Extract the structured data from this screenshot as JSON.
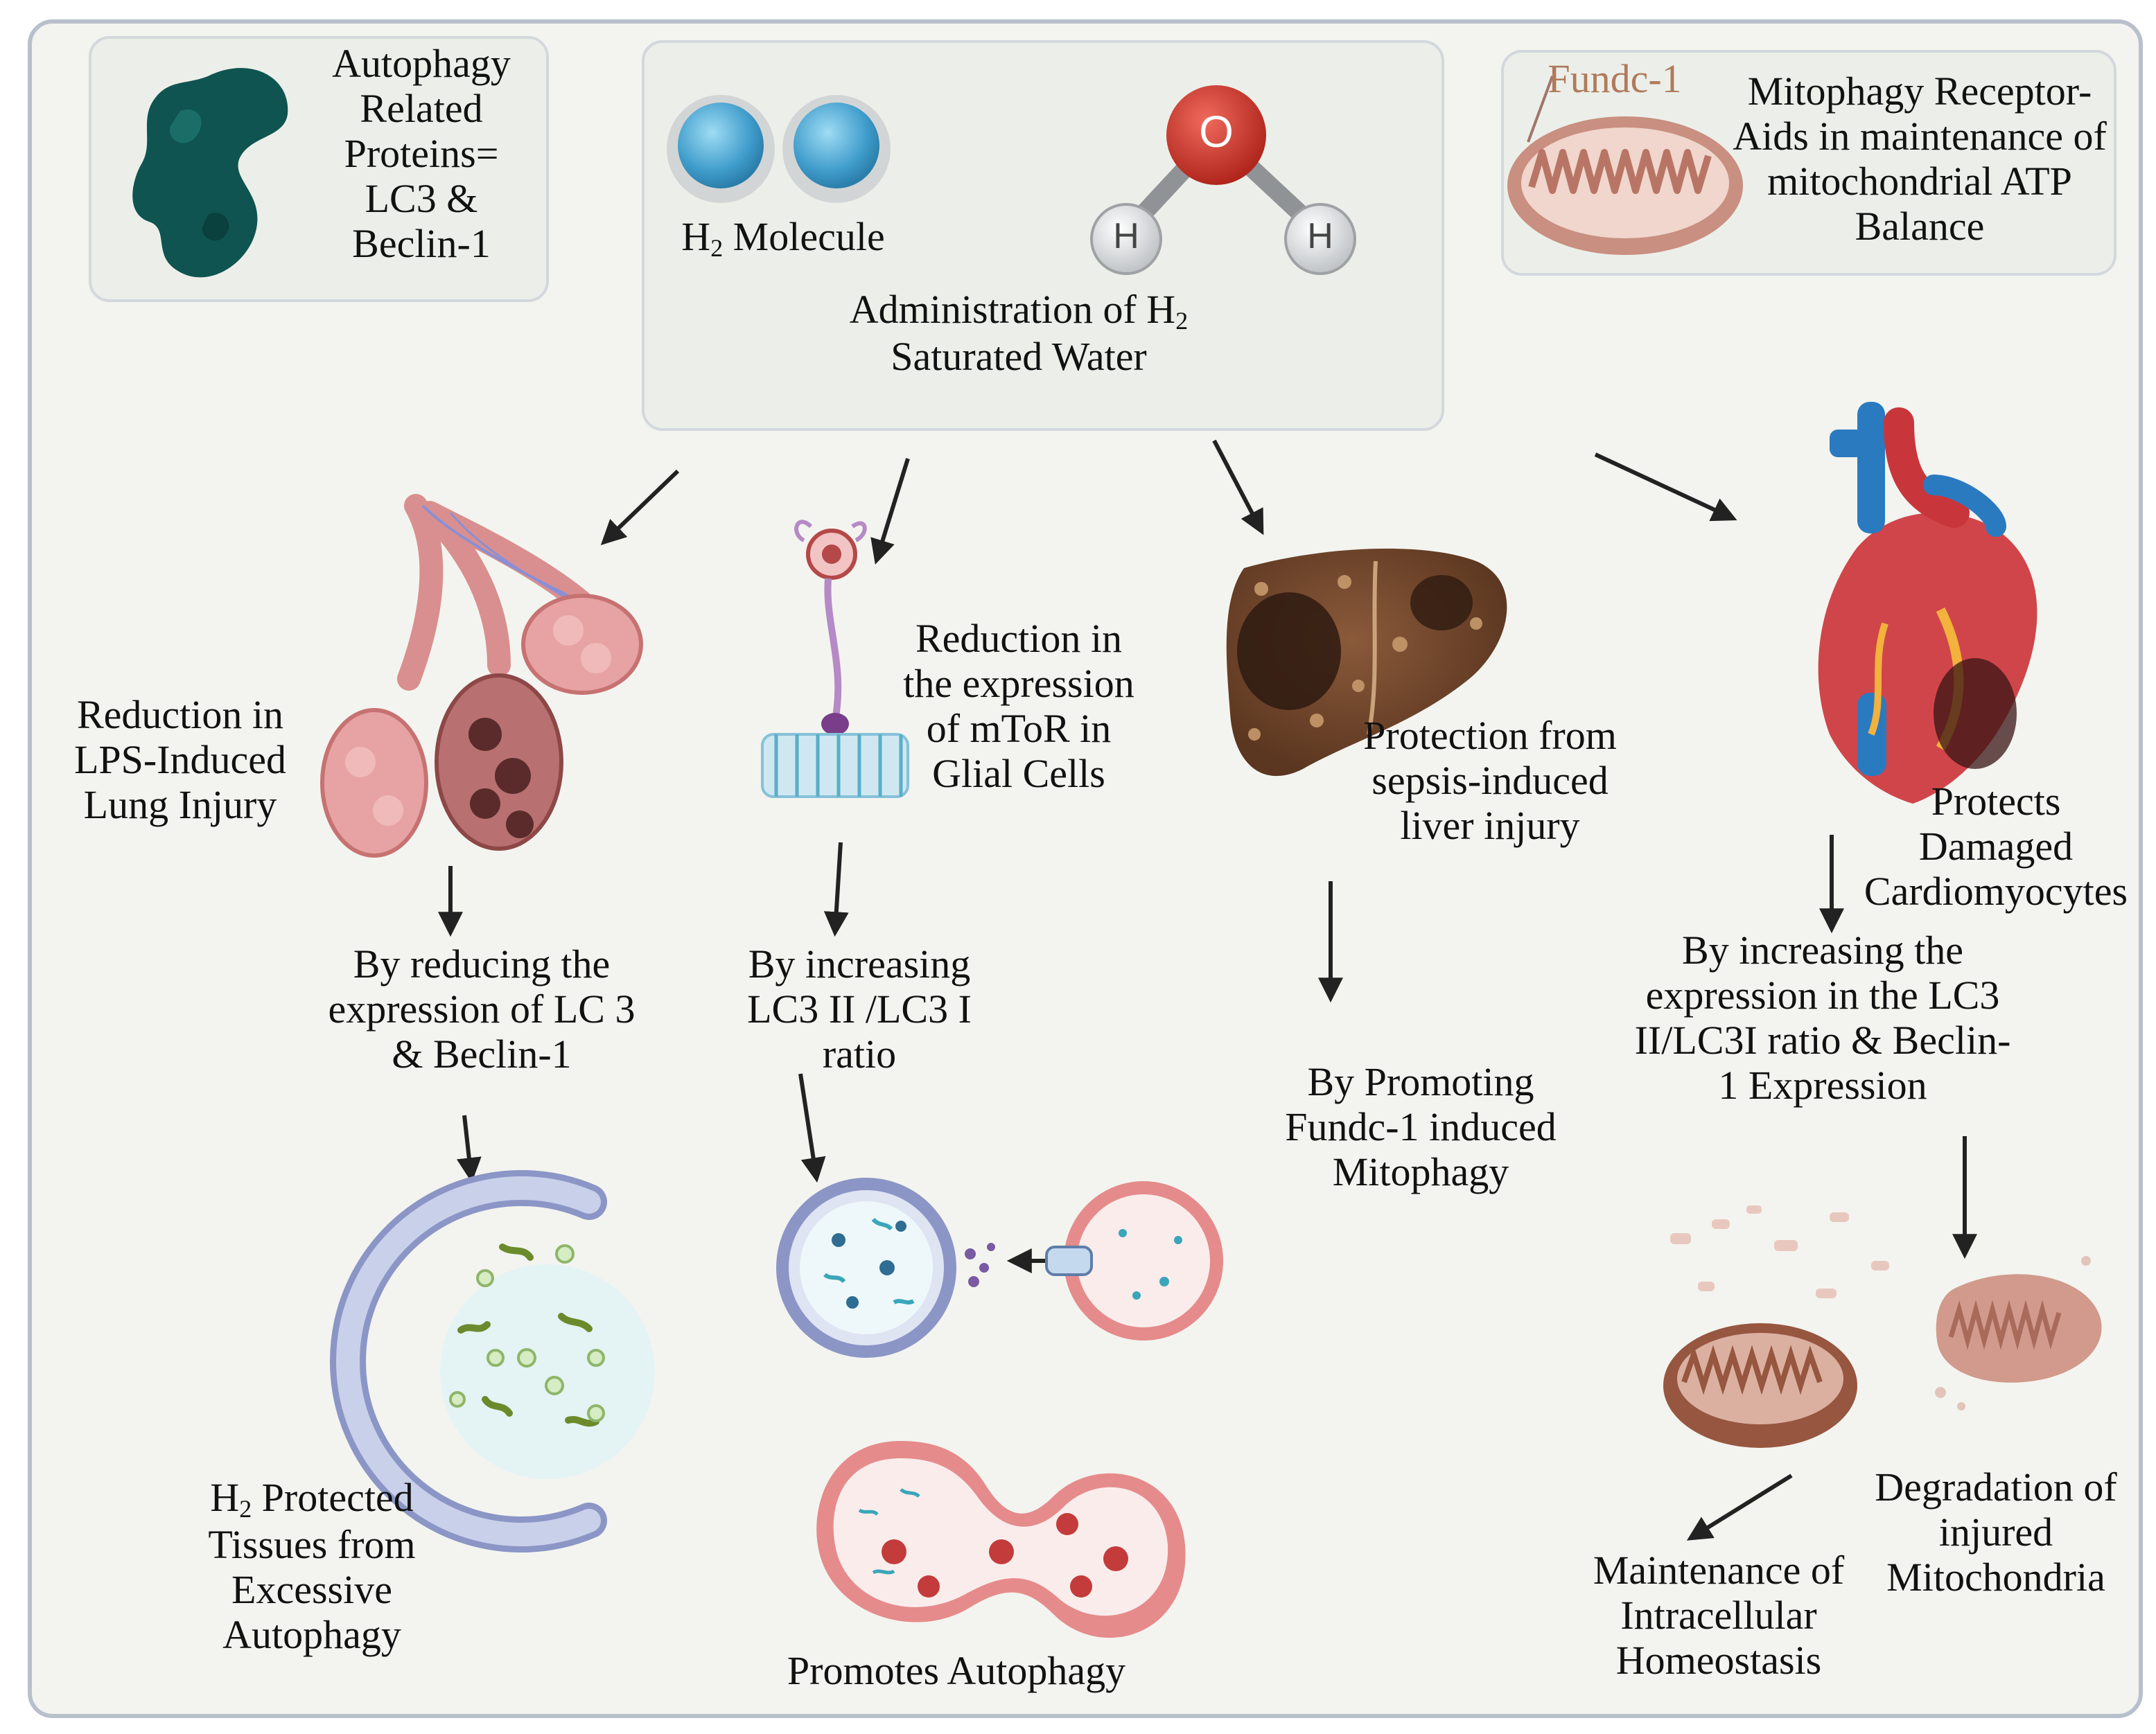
{
  "boxes": {
    "autophagy_proteins": "Autophagy Related Proteins= LC3 & Beclin-1",
    "h2_molecule": {
      "prefix": "H",
      "sub": "2",
      "suffix": " Molecule"
    },
    "h2o_atoms": {
      "o": "O",
      "h_left": "H",
      "h_right": "H"
    },
    "administration": {
      "line1_prefix": "Administration of H",
      "line1_sub": "2",
      "line2": "Saturated Water"
    },
    "fundc_label": "Fundc-1",
    "mitophagy_receptor": "Mitophagy Receptor- Aids in maintenance of mitochondrial ATP Balance"
  },
  "lung": {
    "effect": "Reduction in LPS-Induced Lung Injury",
    "mechanism": "By reducing the expression of LC 3 & Beclin-1",
    "outcome": {
      "prefix": "H",
      "sub": "2",
      "rest": " Protected Tissues from Excessive Autophagy"
    }
  },
  "glial": {
    "effect": "Reduction in the expression of mToR in Glial Cells",
    "mechanism": "By increasing LC3 II /LC3 I ratio",
    "outcome": "Promotes Autophagy"
  },
  "liver": {
    "effect": "Protection from sepsis-induced liver injury",
    "mechanism": "By Promoting Fundc-1 induced Mitophagy"
  },
  "heart": {
    "effect": "Protects Damaged Cardiomyocytes",
    "mechanism": "By increasing the expression in the LC3 II/LC3I ratio & Beclin-1 Expression",
    "outcome_left": "Maintenance of Intracellular Homeostasis",
    "outcome_right": "Degradation of injured Mitochondria"
  },
  "colors": {
    "background": "#f3f4ef",
    "frame": "#b8c0cc",
    "protein": "#0f5450",
    "h2_sphere": "#4aa9d1",
    "oxygen": "#c8342a",
    "mito": "#c98f80",
    "arrow": "#222222"
  }
}
